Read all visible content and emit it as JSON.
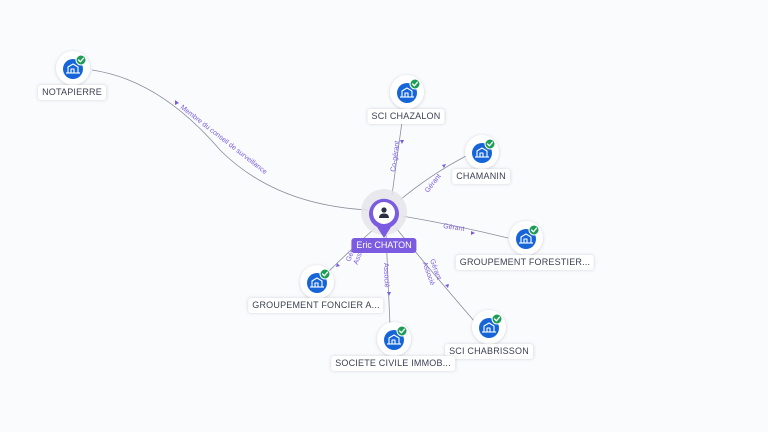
{
  "center": {
    "name": "Eric CHATON",
    "icon": "person-icon"
  },
  "colors": {
    "accent": "#7b5ce0",
    "company": "#1565d8",
    "verified": "#1e9d57",
    "edge": "#8a8f9e",
    "edge_label": "#7b5ce0"
  },
  "nodes": [
    {
      "id": "notapierre",
      "label": "NOTAPIERRE",
      "relation": "Membre du conseil de surveillance",
      "icon": "company-icon",
      "verified": true
    },
    {
      "id": "sci-chazalon",
      "label": "SCI CHAZALON",
      "relation": "Co-gérant",
      "icon": "company-icon",
      "verified": true
    },
    {
      "id": "chamanin",
      "label": "CHAMANIN",
      "relation": "Gérant",
      "icon": "company-icon",
      "verified": true
    },
    {
      "id": "groupement-forestier",
      "label": "GROUPEMENT FORESTIER...",
      "relation": "Gérant",
      "icon": "company-icon",
      "verified": true
    },
    {
      "id": "sci-chabrisson",
      "label": "SCI CHABRISSON",
      "relation": "Gérant Associé",
      "icon": "company-icon",
      "verified": true
    },
    {
      "id": "societe-civile",
      "label": "SOCIETE CIVILE IMMOB...",
      "relation": "Associé",
      "icon": "company-icon",
      "verified": true
    },
    {
      "id": "groupement-foncier",
      "label": "GROUPEMENT FONCIER A...",
      "relation": "Gérant Associé",
      "icon": "company-icon",
      "verified": true
    }
  ]
}
